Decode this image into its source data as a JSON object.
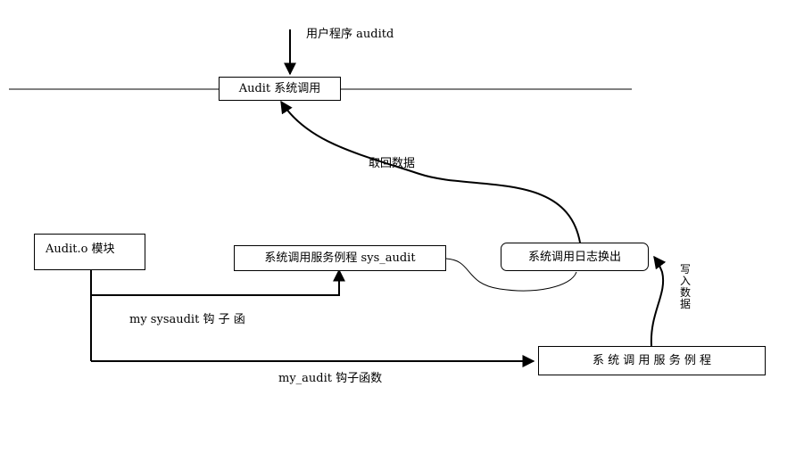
{
  "labels": {
    "user_program": "用户程序 auditd",
    "retrieve_data": "取回数据",
    "my_sysaudit_hook": "my  sysaudit  钩 子 函",
    "my_audit_hook": "my_audit 钩子函数",
    "write_data": "写入数据"
  },
  "boxes": {
    "audit_syscall": "Audit 系统调用",
    "audit_module": "Audit.o 模块",
    "sys_audit_routine": "系统调用服务例程 sys_audit",
    "syscall_log_dump": "系统调用日志换出",
    "syscall_service_routine": "系 统 调 用 服 务 例 程"
  },
  "colors": {
    "line": "#000000",
    "background": "#ffffff"
  }
}
